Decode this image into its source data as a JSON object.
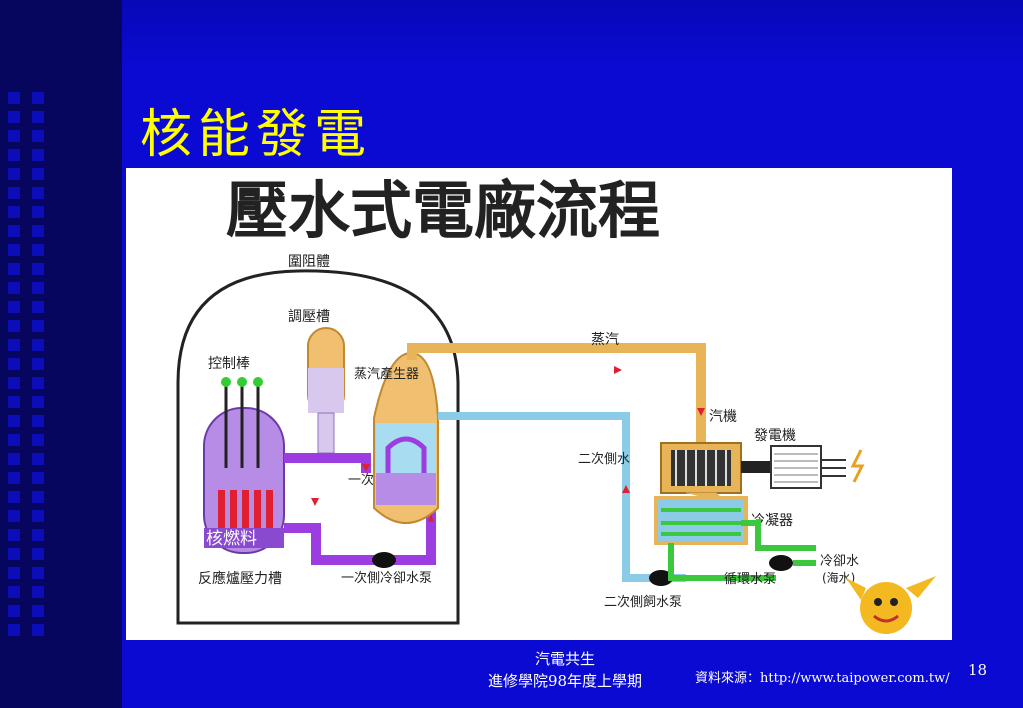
{
  "slide": {
    "title": "核能發電",
    "page_number": "18"
  },
  "figure": {
    "heading": "壓水式電廠流程",
    "labels": {
      "containment": "圍阻體",
      "pressurizer": "調壓槽",
      "control_rods": "控制棒",
      "steam_generator": "蒸汽產生器",
      "steam": "蒸汽",
      "turbine": "汽機",
      "generator": "發電機",
      "primary_water": "一次側水",
      "secondary_water": "二次側水",
      "fuel": "核燃料",
      "reactor_vessel": "反應爐壓力槽",
      "primary_pump": "一次側冷卻水泵",
      "condenser": "冷凝器",
      "cooling_water": "冷卻水",
      "sea_water": "(海水)",
      "circulation_pump": "循環水泵",
      "feed_pump": "二次側飼水泵"
    },
    "colors": {
      "primary_loop": "#9b3de0",
      "secondary_loop_steam": "#e8b458",
      "secondary_loop_water": "#8ccbe8",
      "cooling_loop": "#3cc83c",
      "control_rod_tips": "#33cc33",
      "fuel_rods": "#e02030"
    }
  },
  "footer": {
    "line1": "汽電共生",
    "line2": "進修學院98年度上學期",
    "source": "資料來源：http://www.taipower.com.tw/"
  }
}
